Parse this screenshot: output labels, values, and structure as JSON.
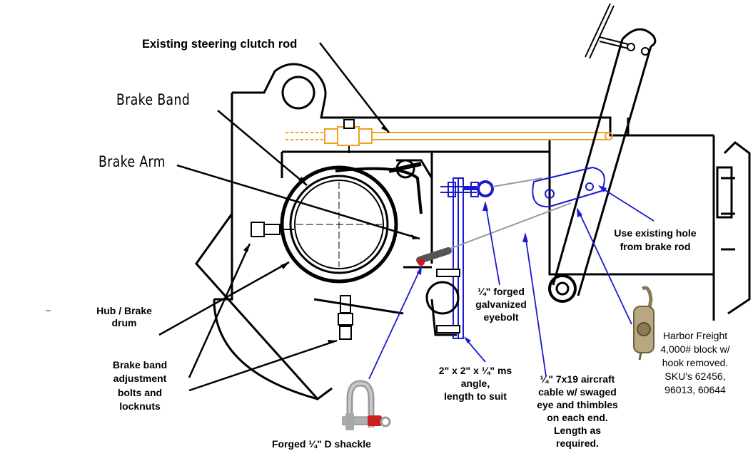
{
  "labels": {
    "steering_rod": "Existing steering clutch rod",
    "brake_band": "Brake Band",
    "brake_arm": "Brake Arm",
    "hub": [
      "Hub / Brake",
      "drum"
    ],
    "adjust_bolts": [
      "Brake band",
      "adjustment",
      "bolts and",
      "locknuts"
    ],
    "eyebolt": [
      "¼\" forged",
      "galvanized",
      "eyebolt"
    ],
    "angle": [
      "2\" x 2\" x ¼\" ms",
      "angle,",
      "length to suit"
    ],
    "cable": [
      "¼\" 7x19 aircraft",
      "cable w/ swaged",
      "eye and thimbles",
      "on each end.",
      "Length as",
      "required."
    ],
    "existing_hole": [
      "Use existing hole",
      "from brake rod"
    ],
    "pulley": [
      "Harbor Freight",
      "4,000# block w/",
      "hook removed.",
      "SKU's 62456,",
      "96013, 60644"
    ],
    "shackle": "Forged ¼\" D shackle",
    "dash": "–"
  },
  "colors": {
    "leader_black": "#000000",
    "leader_blue": "#1a1ad0",
    "steering_rod": "#f0a020",
    "cable": "#999999",
    "shackle_pin": "#d01818"
  },
  "icons": [
    "d-shackle-icon",
    "pulley-block-icon",
    "eyebolt-icon"
  ]
}
